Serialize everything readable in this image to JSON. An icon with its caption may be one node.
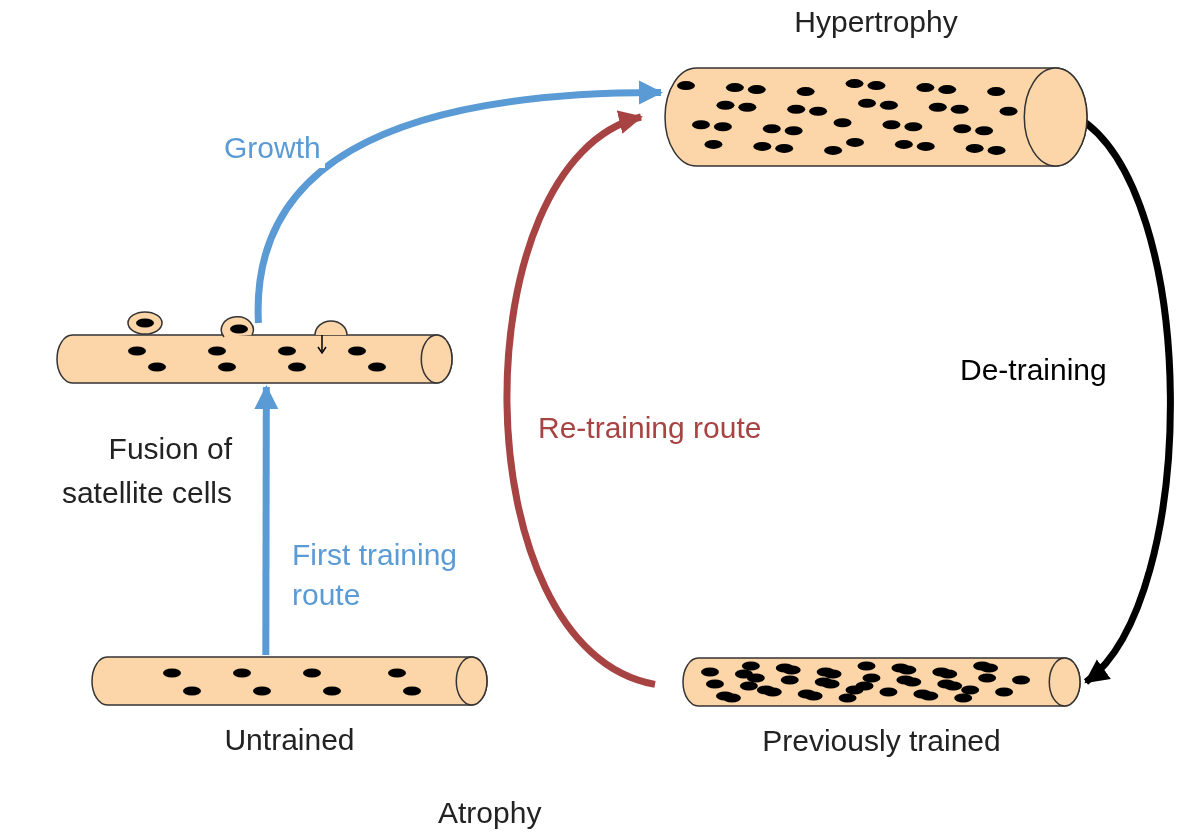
{
  "diagram": {
    "nodes": [
      {
        "text": [
          "Untrained"
        ]
      },
      {
        "text": [],
        "shape": "cylinder"
      },
      {
        "text": [
          "Hypertrophy"
        ]
      },
      {
        "text": [
          "Previously trained"
        ]
      }
    ],
    "edges": [
      {
        "from": 0,
        "to": 1,
        "arrow": "to",
        "label": "First training route",
        "color": "#5b9bd5"
      },
      {
        "from": 1,
        "to": 2,
        "arrow": "to",
        "label": "Growth",
        "color": "#5b9bd5"
      },
      {
        "from": 2,
        "to": 3,
        "arrow": "to",
        "label": "De-training",
        "color": "#000000"
      },
      {
        "from": 3,
        "to": 2,
        "arrow": "to",
        "label": "Re-training route",
        "color": "#a84343"
      }
    ],
    "labels": [
      "Fusion of satellite cells",
      "Atrophy"
    ]
  }
}
